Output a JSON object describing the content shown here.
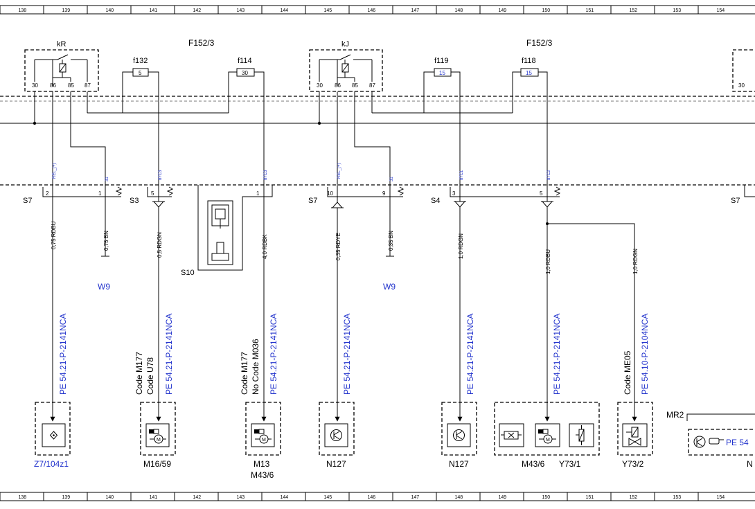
{
  "ruler": [
    "138",
    "139",
    "140",
    "141",
    "142",
    "143",
    "144",
    "145",
    "146",
    "147",
    "148",
    "149",
    "150",
    "151",
    "152",
    "153",
    "154"
  ],
  "fuse_blocks": [
    {
      "label": "F152/3"
    },
    {
      "label": "F152/3"
    }
  ],
  "relays": [
    {
      "name": "kR",
      "pins": [
        "30",
        "86",
        "85",
        "87"
      ]
    },
    {
      "name": "kJ",
      "pins": [
        "30",
        "86",
        "85",
        "87"
      ]
    }
  ],
  "fuses": [
    {
      "name": "f132",
      "rating": "5"
    },
    {
      "name": "f114",
      "rating": "30"
    },
    {
      "name": "f119",
      "rating": "15"
    },
    {
      "name": "f118",
      "rating": "15"
    }
  ],
  "right_edge_pin": "30",
  "plug_pin_labels": [
    "REL_(+)",
    "31",
    "87C3",
    "87C3",
    "REL_(+)",
    "31",
    "87C1",
    "87C2"
  ],
  "connectors": [
    {
      "name": "S7",
      "pins": [
        "2",
        "1"
      ]
    },
    {
      "name": "S3",
      "pins": [
        "5"
      ]
    },
    {
      "name": "S10",
      "pins": [
        "1"
      ]
    },
    {
      "name": "S7",
      "pins": [
        "10",
        "9"
      ]
    },
    {
      "name": "S4",
      "pins": [
        "3",
        "5"
      ]
    },
    {
      "name": "S7",
      "pins": []
    }
  ],
  "wires": [
    "0,75 RDBU",
    "0,75 BN",
    "0,5 RDGN",
    "4,0 RDBK",
    "0,35 RDYE",
    "0,35 BN",
    "1,0 RDGN",
    "1,0 RDBU",
    "1,0 RDGN"
  ],
  "grounds": [
    "W9",
    "W9"
  ],
  "refs": [
    "PE 54.21-P-2141NCA",
    "PE 54.21-P-2141NCA",
    "PE 54.21-P-2141NCA",
    "PE 54.21-P-2141NCA",
    "PE 54.21-P-2141NCA",
    "PE 54.21-P-2141NCA",
    "PE 54.10-P-2104NCA"
  ],
  "codes": [
    {
      "line1": "Code M177",
      "line2": "Code U78"
    },
    {
      "line1": "Code M177",
      "line2": "No  Code M036"
    },
    {
      "line1": "Code ME05",
      "line2": ""
    }
  ],
  "components": [
    {
      "label": "Z7/104z1",
      "label2": ""
    },
    {
      "label": "M16/59",
      "label2": ""
    },
    {
      "label": "M13",
      "label2": "M43/6"
    },
    {
      "label": "N127",
      "label2": ""
    },
    {
      "label": "N127",
      "label2": ""
    },
    {
      "label": "M43/6",
      "label2": "Y73/1"
    },
    {
      "label": "Y73/2",
      "label2": ""
    }
  ],
  "mr2": {
    "label": "MR2",
    "ref": "PE 54",
    "cut": "N"
  }
}
